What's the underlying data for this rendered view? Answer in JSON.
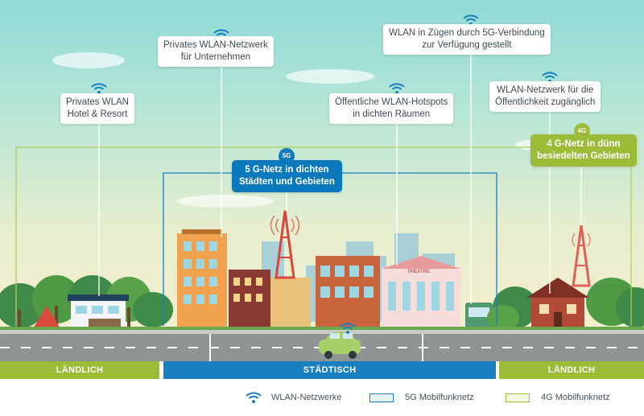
{
  "callouts": {
    "wlan_business": {
      "line1": "Privates WLAN-Netzwerk",
      "line2": "für Unternehmen"
    },
    "wlan_trains": {
      "line1": "WLAN in Zügen durch 5G-Verbindung",
      "line2": "zur Verfügung gestellt"
    },
    "wlan_hotel": {
      "line1": "Privates WLAN",
      "line2": "Hotel & Resort"
    },
    "wlan_hotspots": {
      "line1": "Öffentliche WLAN-Hotspots",
      "line2": "in dichten Räumen"
    },
    "wlan_public": {
      "line1": "WLAN-Netzwerk für die",
      "line2": "Öffentlichkeit zugänglich"
    },
    "net_5g": {
      "line1": "5 G-Netz in dichten",
      "line2": "Städten und Gebieten"
    },
    "net_4g": {
      "line1": "4 G-Netz in dünn",
      "line2": "besiedelten Gebieten"
    }
  },
  "badges": {
    "badge_5g": "5G",
    "badge_4g": "4G"
  },
  "building_signs": {
    "theatre": "THEATRE"
  },
  "zones": {
    "left": "LÄNDLICH",
    "center": "STÄDTISCH",
    "right": "LÄNDLICH"
  },
  "legend": {
    "wlan": "WLAN-Netzwerke",
    "five_g": "5G Mobilfunknetz",
    "four_g": "4G Mobilfunknetz"
  },
  "colors": {
    "blue": "#0c79bd",
    "green": "#9cbc38",
    "wifi": "#1a7fc1",
    "road": "#8e9493"
  },
  "icons": {
    "wifi": "wifi-icon",
    "tower": "cell-tower-icon",
    "car": "car-icon",
    "tram": "tram-icon"
  }
}
